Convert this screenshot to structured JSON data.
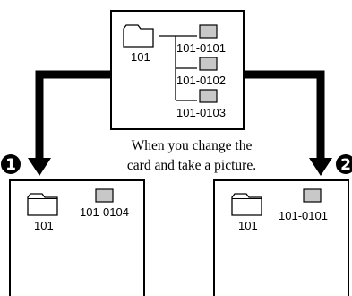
{
  "diagram": {
    "top": {
      "folder_label": "101",
      "files": [
        "101-0101",
        "101-0102",
        "101-0103"
      ]
    },
    "caption": {
      "line1": "When you change the",
      "line2": "card and take a picture."
    },
    "left": {
      "marker": "1",
      "folder_label": "101",
      "file_label": "101-0104"
    },
    "right": {
      "marker": "2",
      "folder_label": "101",
      "file_label": "101-0101"
    },
    "colors": {
      "line": "#000000",
      "file_fill": "#c8c8c8",
      "background": "#ffffff"
    }
  }
}
